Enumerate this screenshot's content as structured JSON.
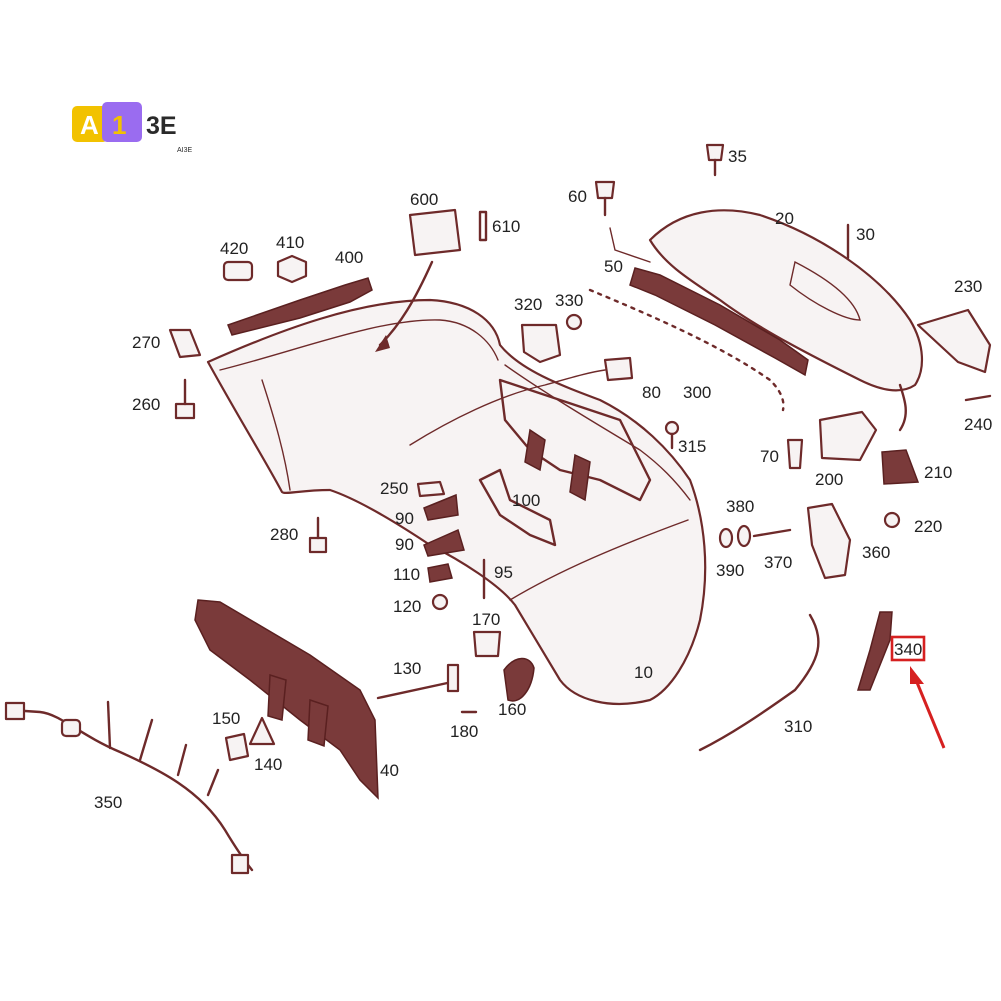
{
  "logo": {
    "text_a": "A",
    "text_1": "1",
    "text_3e": "3E",
    "subtext": "AI3E",
    "colors": {
      "yellow": "#f2c200",
      "purple": "#9a6cf0",
      "dark": "#2a2a2a"
    }
  },
  "colors": {
    "line": "#6e2a2a",
    "highlight": "#d62020",
    "label": "#222222"
  },
  "highlighted_part": "340",
  "parts": [
    {
      "id": "p35",
      "label": "35"
    },
    {
      "id": "p60",
      "label": "60"
    },
    {
      "id": "p20",
      "label": "20"
    },
    {
      "id": "p30",
      "label": "30"
    },
    {
      "id": "p600",
      "label": "600"
    },
    {
      "id": "p610",
      "label": "610"
    },
    {
      "id": "p420",
      "label": "420"
    },
    {
      "id": "p410",
      "label": "410"
    },
    {
      "id": "p400",
      "label": "400"
    },
    {
      "id": "p50",
      "label": "50"
    },
    {
      "id": "p230",
      "label": "230"
    },
    {
      "id": "p320",
      "label": "320"
    },
    {
      "id": "p330",
      "label": "330"
    },
    {
      "id": "p270",
      "label": "270"
    },
    {
      "id": "p80",
      "label": "80"
    },
    {
      "id": "p300",
      "label": "300"
    },
    {
      "id": "p240",
      "label": "240"
    },
    {
      "id": "p260",
      "label": "260"
    },
    {
      "id": "p315",
      "label": "315"
    },
    {
      "id": "p70",
      "label": "70"
    },
    {
      "id": "p200",
      "label": "200"
    },
    {
      "id": "p210",
      "label": "210"
    },
    {
      "id": "p250",
      "label": "250"
    },
    {
      "id": "p100",
      "label": "100"
    },
    {
      "id": "p380",
      "label": "380"
    },
    {
      "id": "p90a",
      "label": "90"
    },
    {
      "id": "p220",
      "label": "220"
    },
    {
      "id": "p280",
      "label": "280"
    },
    {
      "id": "p90b",
      "label": "90"
    },
    {
      "id": "p360",
      "label": "360"
    },
    {
      "id": "p370",
      "label": "370"
    },
    {
      "id": "p390",
      "label": "390"
    },
    {
      "id": "p95",
      "label": "95"
    },
    {
      "id": "p110",
      "label": "110"
    },
    {
      "id": "p120",
      "label": "120"
    },
    {
      "id": "p170",
      "label": "170"
    },
    {
      "id": "p340",
      "label": "340"
    },
    {
      "id": "p130",
      "label": "130"
    },
    {
      "id": "p10",
      "label": "10"
    },
    {
      "id": "p160",
      "label": "160"
    },
    {
      "id": "p150",
      "label": "150"
    },
    {
      "id": "p310",
      "label": "310"
    },
    {
      "id": "p180",
      "label": "180"
    },
    {
      "id": "p140",
      "label": "140"
    },
    {
      "id": "p40",
      "label": "40"
    },
    {
      "id": "p350",
      "label": "350"
    }
  ]
}
